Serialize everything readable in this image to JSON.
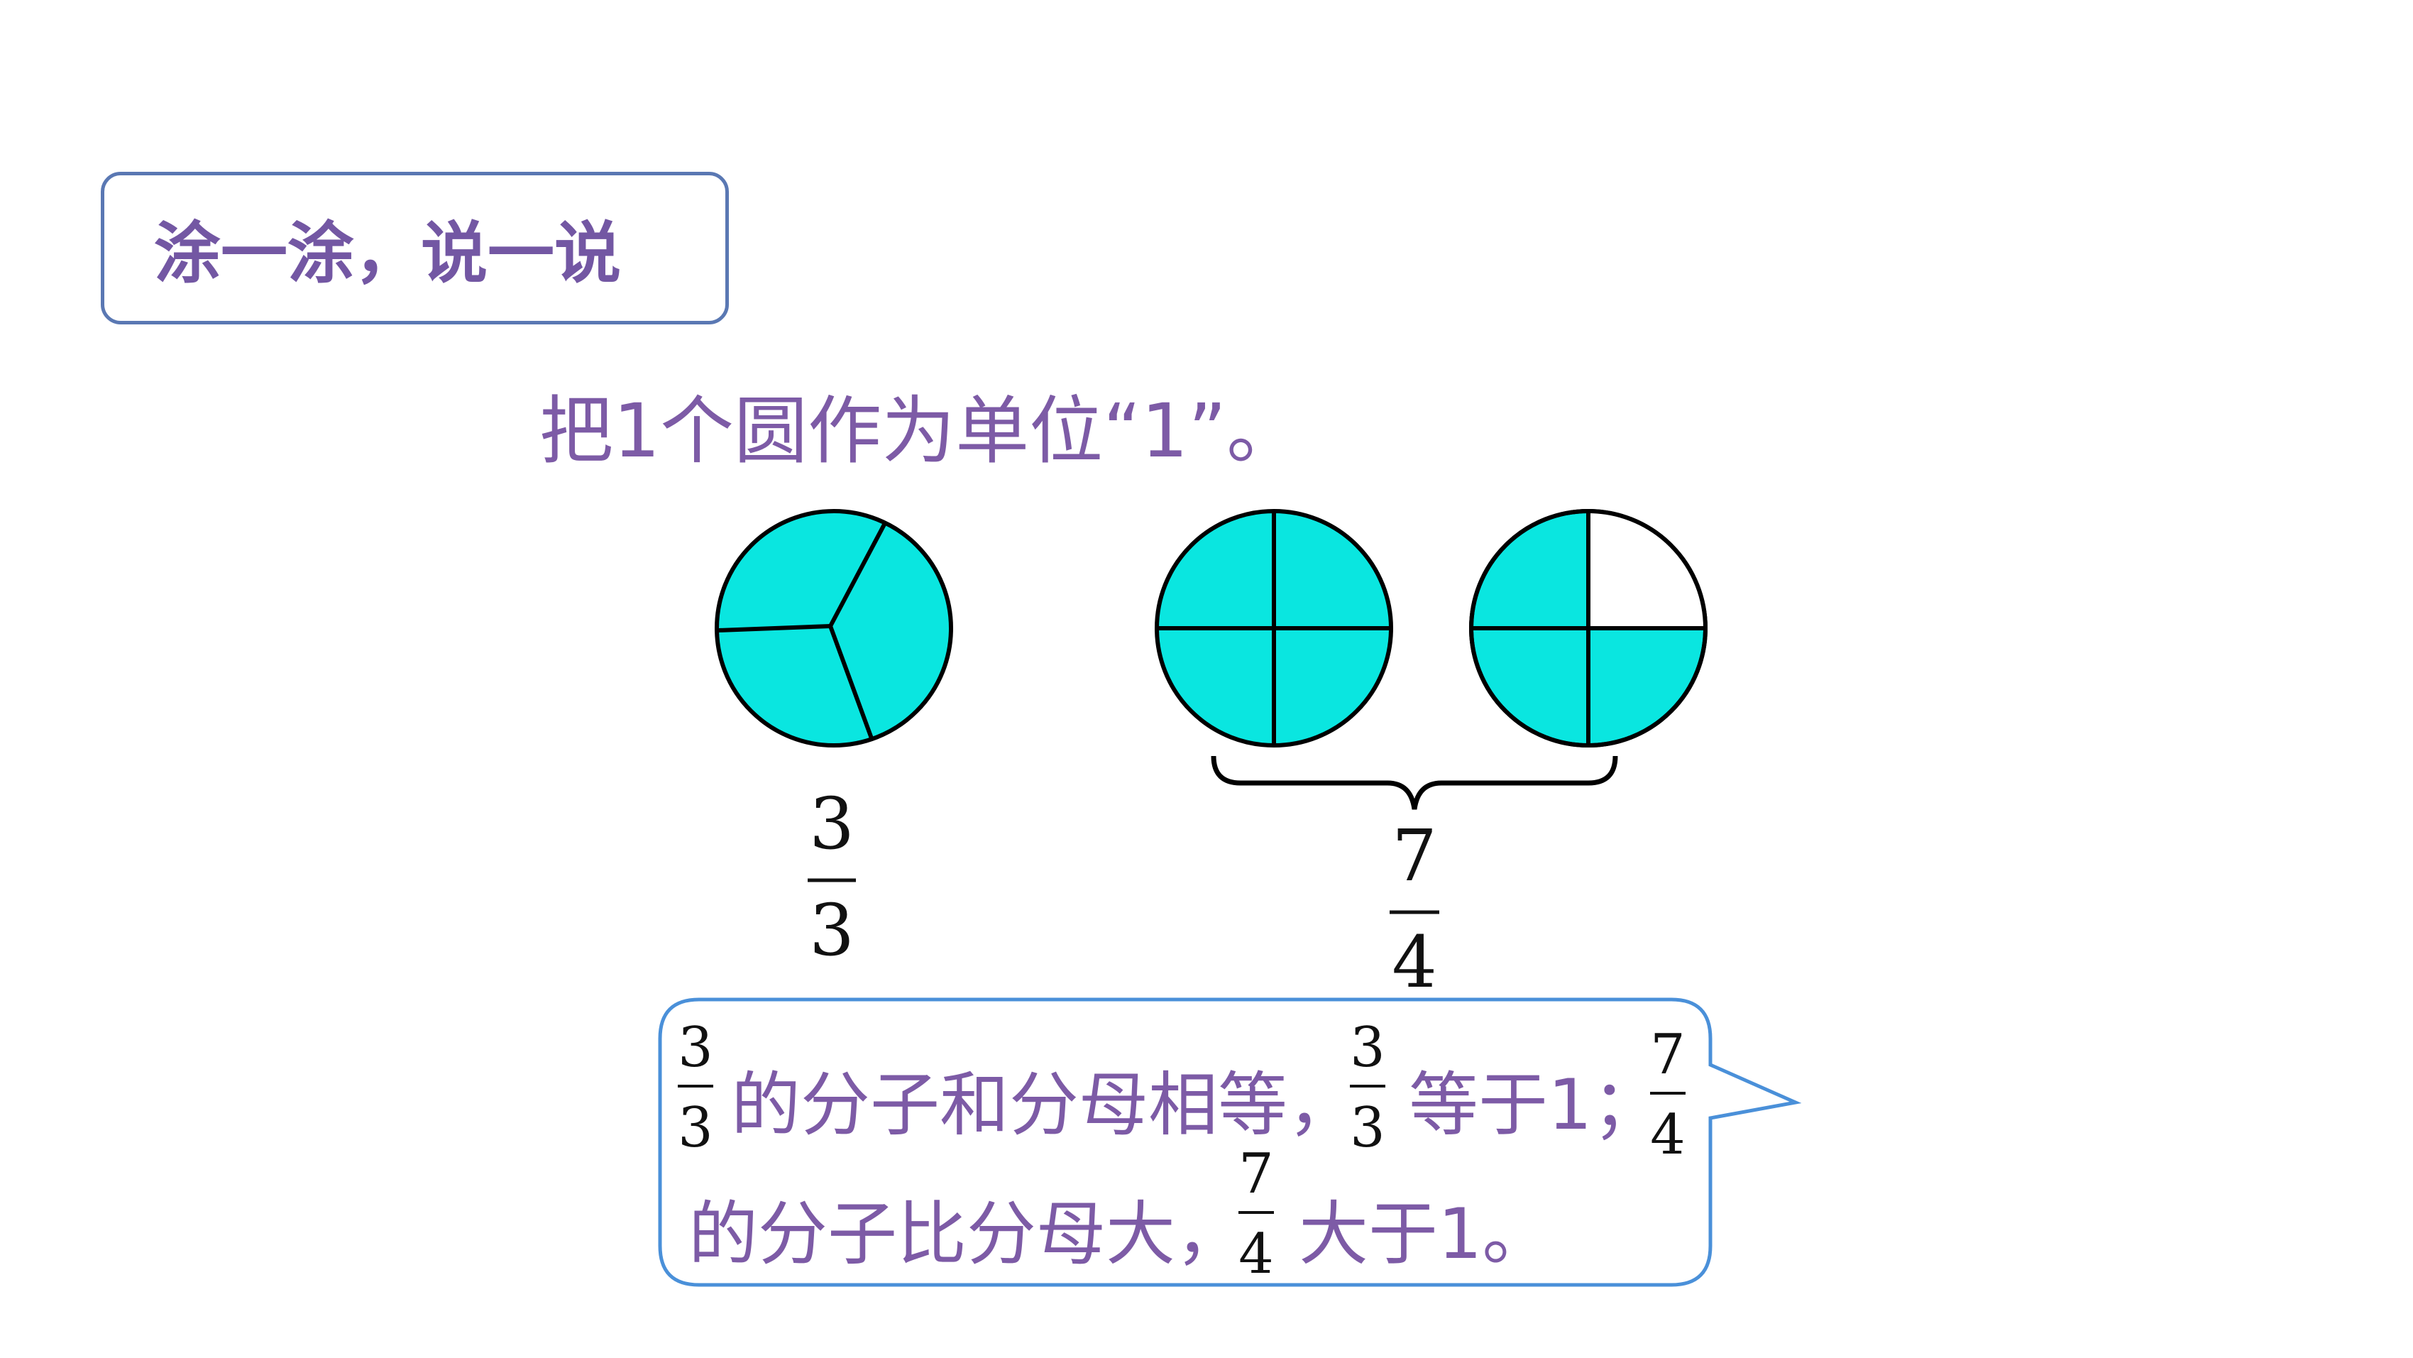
{
  "title": "涂一涂，说一说",
  "intro": "把1个圆作为单位“1”。",
  "colors": {
    "fill": "#0ae6e0",
    "text": "#7d5ba6",
    "box_border": "#5a78b3",
    "bubble_border": "#4a90d9"
  },
  "circles": [
    {
      "parts": 3,
      "shaded": 3
    },
    {
      "parts": 4,
      "shaded": 4
    },
    {
      "parts": 4,
      "shaded": 3
    }
  ],
  "fraction_left": {
    "numerator": "3",
    "denominator": "3"
  },
  "fraction_right": {
    "numerator": "7",
    "denominator": "4"
  },
  "bubble": {
    "f1": {
      "numerator": "3",
      "denominator": "3"
    },
    "text1": "的分子和分母相等，",
    "f2": {
      "numerator": "3",
      "denominator": "3"
    },
    "text2": "等于1；",
    "f3": {
      "numerator": "7",
      "denominator": "4"
    },
    "text3": "的分子比分母大，",
    "f4": {
      "numerator": "7",
      "denominator": "4"
    },
    "text4": "大于1。"
  }
}
